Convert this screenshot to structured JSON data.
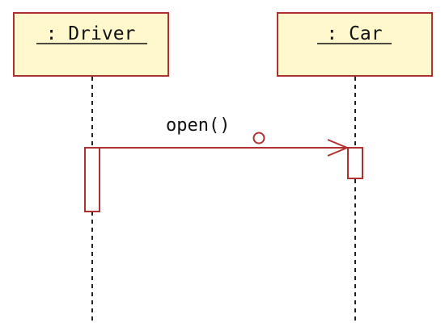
{
  "diagram": {
    "type": "sequence",
    "colors": {
      "object_fill": "#fff8cc",
      "object_border": "#b03030",
      "message_line": "#b03030",
      "lifeline": "#222222",
      "text": "#111111"
    },
    "objects": [
      {
        "id": "driver",
        "label": ": Driver"
      },
      {
        "id": "car",
        "label": ": Car"
      }
    ],
    "messages": [
      {
        "from": "driver",
        "to": "car",
        "label": "open()",
        "arrow": "open-arrowhead",
        "icon": "small-circle-marker"
      }
    ]
  }
}
